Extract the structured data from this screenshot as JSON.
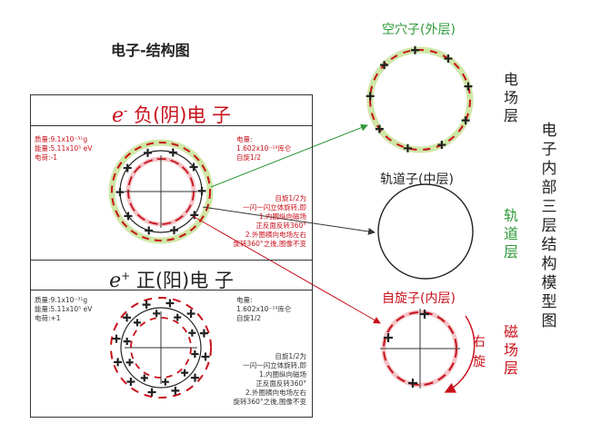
{
  "title": "电子-结构图",
  "negative": {
    "symbol": "e",
    "sup": "-",
    "name": "负(阴)电 子",
    "props": [
      "质量:9.1x10⁻³¹g",
      "能量:5.11x10⁵ eV",
      "电荷:-1"
    ],
    "charge": [
      "电量:",
      "1.602x10⁻¹⁹库仑",
      "自旋1/2"
    ],
    "spin_note": [
      "自旋1/2为",
      "一闪一闪立体旋转,即",
      "1.内圈纵向磁场",
      "正反面反转360°",
      "2.外圈横向电场左右",
      "旋转360°之後,图像不变"
    ]
  },
  "positive": {
    "symbol": "e",
    "sup": "+",
    "name": "正(阳)电 子",
    "props": [
      "质量:9.1x10⁻³¹g",
      "能量:5.11x10⁵ eV",
      "电荷:+1"
    ],
    "charge": [
      "电量:",
      "1.602x10⁻¹⁹库仑",
      "自旋1/2"
    ],
    "spin_note": [
      "自旋1/2为",
      "一闪一闪立体旋转,即",
      "1.内圈纵向磁场",
      "正反面反转360°",
      "2.外圈横向电场左右",
      "旋转360°之後,图像不变"
    ]
  },
  "layers": {
    "outer_label": "空穴子(外层)",
    "outer_side": "电场层",
    "middle_label": "轨道子(中层)",
    "middle_side": "轨道层",
    "inner_label": "自旋子(内层)",
    "inner_side": "磁场层",
    "rotation": "右旋"
  },
  "side_title": "电子内部三层结构模型图",
  "colors": {
    "red": "#c8101a",
    "green": "#2e9a3a",
    "light_green": "#cfe7a6"
  }
}
